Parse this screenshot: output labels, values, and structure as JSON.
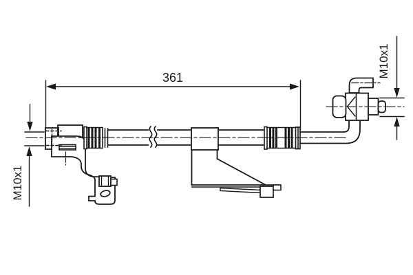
{
  "drawing": {
    "type": "technical-drawing",
    "subject": "brake-hose-side-view",
    "background_color": "#ffffff",
    "line_color": "#1a1a1a",
    "dimensions": {
      "overall_length": {
        "label": "361"
      },
      "left_thread": {
        "label": "M10x1"
      },
      "right_thread": {
        "label": "M10x1"
      }
    }
  }
}
